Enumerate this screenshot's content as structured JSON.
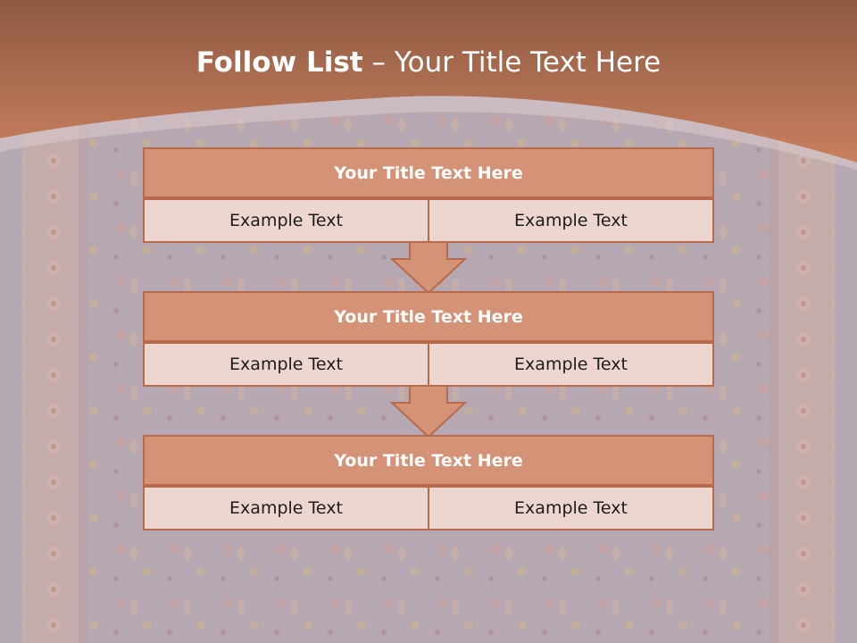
{
  "title": {
    "strong": "Follow List",
    "rest": " – Your Title Text Here"
  },
  "steps": [
    {
      "heading": "Your Title Text Here",
      "left": "Example Text",
      "right": "Example Text"
    },
    {
      "heading": "Your Title Text Here",
      "left": "Example Text",
      "right": "Example Text"
    },
    {
      "heading": "Your Title Text Here",
      "left": "Example Text",
      "right": "Example Text"
    }
  ],
  "colors": {
    "header_band": "#c47b5a",
    "panel_fill": "#d49276",
    "panel_border": "#b86a4a",
    "cell_fill": "#edd6d0",
    "background": "#b5aab4"
  }
}
